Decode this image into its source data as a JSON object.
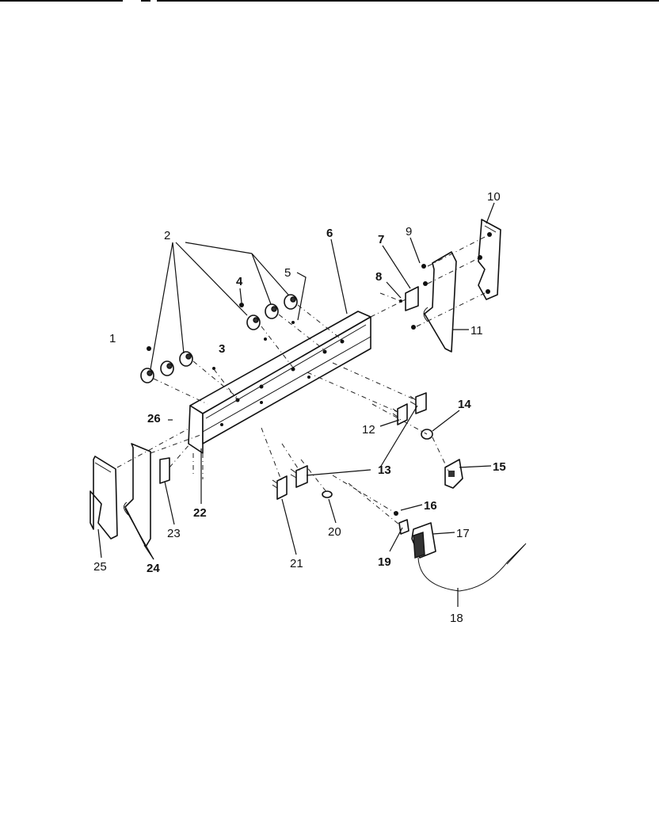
{
  "callouts": {
    "c1": "1",
    "c2": "2",
    "c3": "3",
    "c4": "4",
    "c5": "5",
    "c6": "6",
    "c7": "7",
    "c8": "8",
    "c9": "9",
    "c10": "10",
    "c11": "11",
    "c12": "12",
    "c13a": "13",
    "c13b": "13",
    "c14": "14",
    "c15": "15",
    "c16": "16",
    "c17": "17",
    "c18": "18",
    "c19": "19",
    "c20": "20",
    "c21": "21",
    "c22": "22",
    "c23": "23",
    "c24": "24",
    "c25": "25",
    "c26": "26"
  },
  "colors": {
    "ink": "#111111",
    "paper": "#ffffff"
  }
}
